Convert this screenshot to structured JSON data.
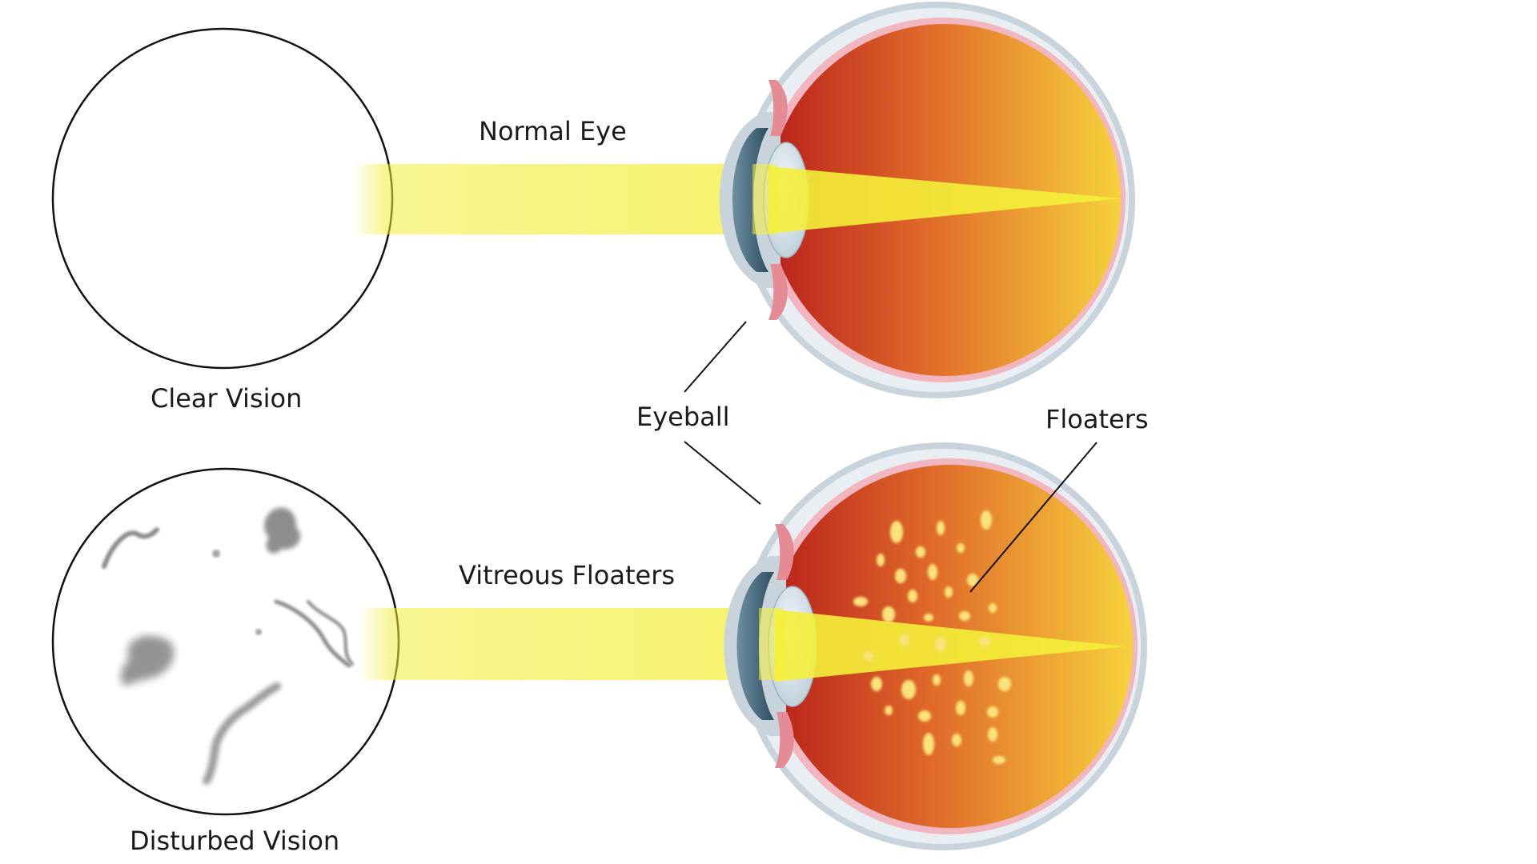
{
  "labels": {
    "normal_eye": "Normal Eye",
    "clear_vision": "Clear Vision",
    "eyeball": "Eyeball",
    "floaters": "Floaters",
    "vitreous_floaters": "Vitreous Floaters",
    "disturbed_vision": "Disturbed Vision"
  },
  "colors": {
    "background": "#ffffff",
    "outline": "#111111",
    "light_beam": "#f2ee3a",
    "vitreous_dark": "#b8201a",
    "vitreous_mid": "#e06a2a",
    "vitreous_light": "#f7c83a",
    "sclera": "#c9d3dc",
    "retina_pink": "#f2b6c0",
    "lens": "#dfe9ef",
    "floater_spot": "#f9e37a",
    "vision_floater": "#7a7a7a"
  }
}
